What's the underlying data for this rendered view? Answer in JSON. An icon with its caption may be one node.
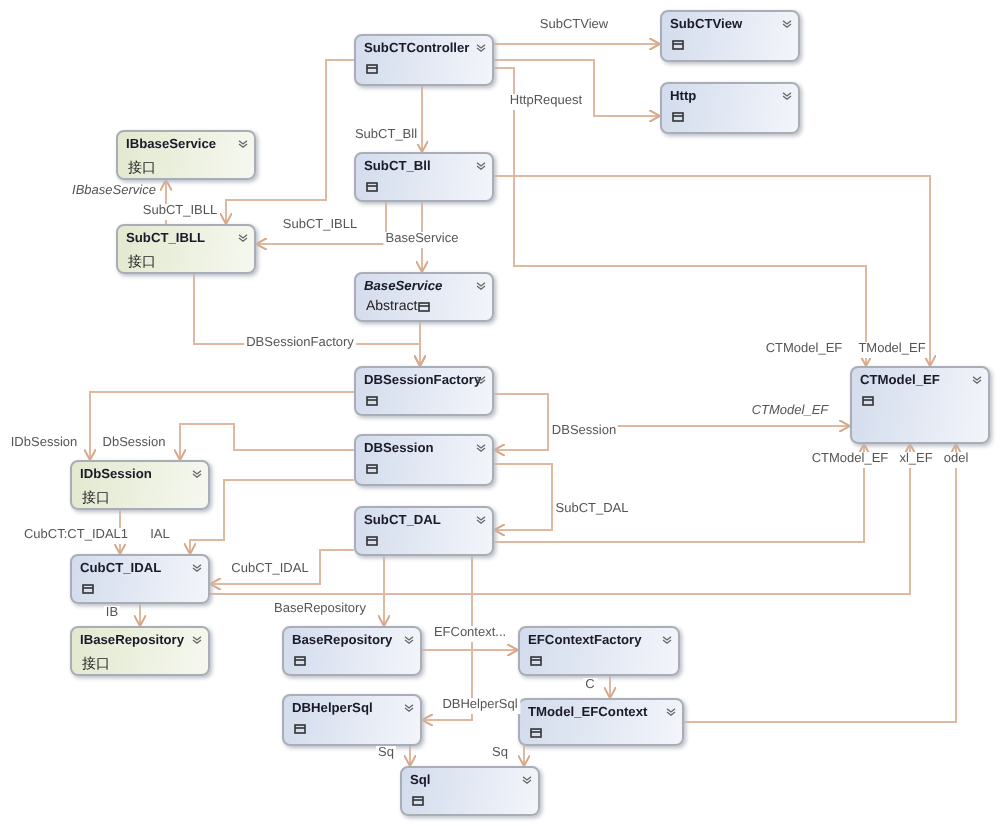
{
  "diagram": {
    "nodes": [
      {
        "text": [
          "SubCTController"
        ]
      },
      {
        "text": [
          "SubCTView"
        ]
      },
      {
        "text": [
          "Http"
        ]
      },
      {
        "text": [
          "IBbaseService",
          "接口"
        ]
      },
      {
        "text": [
          "SubCT_Bll"
        ]
      },
      {
        "text": [
          "SubCT_IBLL",
          "接口"
        ]
      },
      {
        "text": [
          "BaseService",
          "Abstract"
        ]
      },
      {
        "text": [
          "CTModel_EF"
        ]
      },
      {
        "text": [
          "DBSessionFactory"
        ]
      },
      {
        "text": [
          "DBSession"
        ]
      },
      {
        "text": [
          "IDbSession",
          "接口"
        ]
      },
      {
        "text": [
          "SubCT_DAL"
        ]
      },
      {
        "text": [
          "CubCT_IDAL"
        ]
      },
      {
        "text": [
          "IBaseRepository",
          "接口"
        ]
      },
      {
        "text": [
          "BaseRepository"
        ]
      },
      {
        "text": [
          "EFContextFactory"
        ]
      },
      {
        "text": [
          "DBHelperSql"
        ]
      },
      {
        "text": [
          "TModel_EFContext"
        ]
      },
      {
        "text": [
          "Sql"
        ]
      }
    ],
    "edges": [
      {
        "from": 0,
        "to": 1,
        "arrow": "to",
        "label": "SubCTView"
      },
      {
        "from": 0,
        "to": 2,
        "arrow": "to",
        "label": "HttpRequest"
      },
      {
        "from": 0,
        "to": 4,
        "arrow": "to",
        "label": "SubCT_Bll"
      },
      {
        "from": 0,
        "to": 5,
        "arrow": "to",
        "label": "SubCT_IBLL"
      },
      {
        "from": 5,
        "to": 3,
        "arrow": "to",
        "label": "IBbaseService"
      },
      {
        "from": 4,
        "to": 5,
        "arrow": "to",
        "label": "SubCT_IBLL"
      },
      {
        "from": 4,
        "to": 6,
        "arrow": "to",
        "label": "BaseService"
      },
      {
        "from": 5,
        "to": 8,
        "arrow": "to",
        "label": "DBSessionFactory"
      },
      {
        "from": 6,
        "to": 8,
        "arrow": "to"
      },
      {
        "from": 0,
        "to": 7,
        "arrow": "to",
        "label": "CTModel_EF"
      },
      {
        "from": 4,
        "to": 7,
        "arrow": "to",
        "label": "TModel_EF"
      },
      {
        "from": null,
        "to": 7,
        "arrow": "to",
        "label": "CTModel_EF"
      },
      {
        "from": 8,
        "to": 10,
        "arrow": "to",
        "label": "IDbSession"
      },
      {
        "from": 9,
        "to": 10,
        "arrow": "to",
        "label": "DbSession"
      },
      {
        "from": 8,
        "to": 9,
        "arrow": "to",
        "label": "DBSession"
      },
      {
        "from": 9,
        "to": 11,
        "arrow": "to",
        "label": "SubCT_DAL"
      },
      {
        "from": 11,
        "to": 12,
        "arrow": "to",
        "label": "CubCT_IDAL"
      },
      {
        "from": 10,
        "to": 12,
        "arrow": "to",
        "label": "CubCT:CT_IDAL1"
      },
      {
        "from": 9,
        "to": 12,
        "arrow": "to",
        "label": "IAL"
      },
      {
        "from": 12,
        "to": 13,
        "arrow": "to",
        "label": "IB"
      },
      {
        "from": 11,
        "to": 14,
        "arrow": "to",
        "label": "BaseRepository"
      },
      {
        "from": 14,
        "to": 15,
        "arrow": "to",
        "label": "EFContext..."
      },
      {
        "from": 15,
        "to": 17,
        "arrow": "to",
        "label": "C"
      },
      {
        "from": 11,
        "to": 16,
        "arrow": "to",
        "label": "DBHelperSql"
      },
      {
        "from": 16,
        "to": 18,
        "arrow": "to",
        "label": "Sq"
      },
      {
        "from": 17,
        "to": 18,
        "arrow": "to",
        "label": "Sq"
      },
      {
        "from": 11,
        "to": 7,
        "arrow": "to",
        "label": "CTModel_EF"
      },
      {
        "from": 12,
        "to": 7,
        "arrow": "to",
        "label": "xl_EF"
      },
      {
        "from": 17,
        "to": 7,
        "arrow": "to",
        "label": "odel"
      }
    ]
  }
}
